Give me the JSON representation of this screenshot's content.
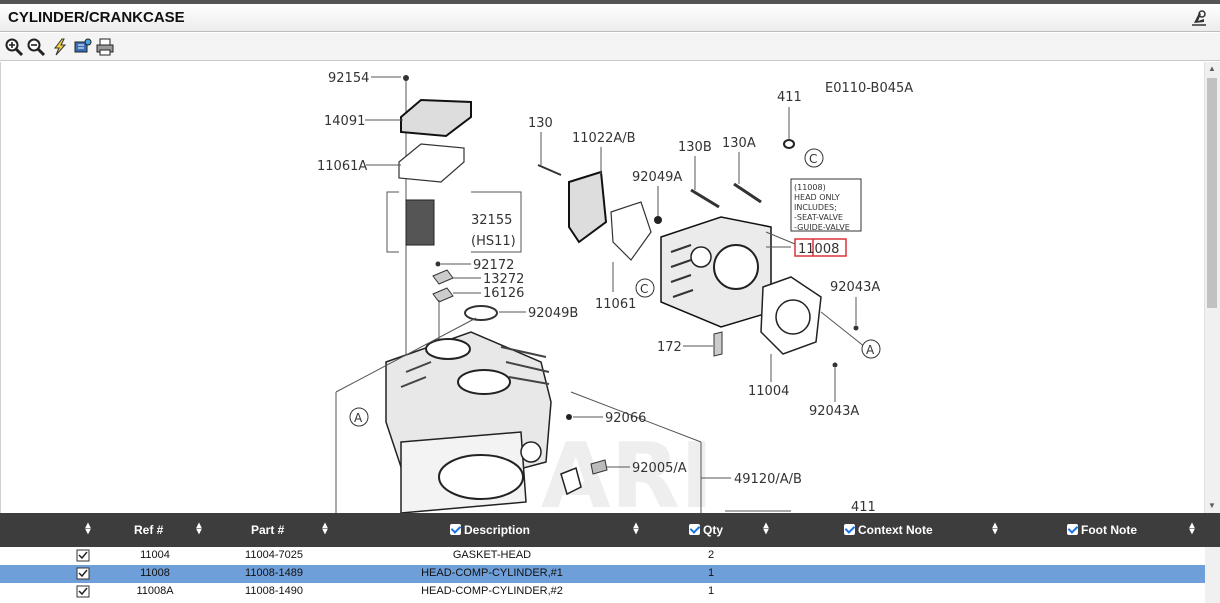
{
  "app": {
    "title": "CYLINDER/CRANKCASE"
  },
  "toolbar": {
    "buttons": [
      {
        "name": "zoom-in-icon",
        "tooltip": ""
      },
      {
        "name": "zoom-out-icon",
        "tooltip": ""
      },
      {
        "name": "highlight-icon",
        "tooltip": ""
      },
      {
        "name": "fit-icon",
        "tooltip": ""
      },
      {
        "name": "print-icon",
        "tooltip": ""
      }
    ]
  },
  "diagram": {
    "code": "E0110-B045A",
    "labels": {
      "l92154": "92154",
      "l14091": "14091",
      "l11061A": "11061A",
      "l32155": "32155",
      "lHS11": "(HS11)",
      "l92172": "92172",
      "l13272": "13272",
      "l16126": "16126",
      "l92049B": "92049B",
      "l130": "130",
      "l11022AB": "11022A/B",
      "l130B": "130B",
      "l130A": "130A",
      "l411top": "411",
      "l92049A": "92049A",
      "l11061": "11061",
      "l172": "172",
      "l11004": "11004",
      "l92043Atop": "92043A",
      "l92043Abot": "92043A",
      "l92066": "92066",
      "l92005A": "92005/A",
      "l49120AB": "49120/A/B",
      "l411bot": "411",
      "l11008": "11008",
      "calloutA1": "A",
      "calloutA2": "A",
      "calloutC1": "C",
      "calloutC2": "C"
    },
    "note": [
      "(11008)",
      "HEAD ONLY",
      "INCLUDES;",
      "-SEAT-VALVE",
      "-GUIDE-VALVE"
    ],
    "highlight_color": "#d9343a"
  },
  "grid": {
    "columns": {
      "ref": "Ref #",
      "part": "Part #",
      "description": "Description",
      "qty": "Qty",
      "context": "Context Note",
      "foot": "Foot Note"
    },
    "rows": [
      {
        "ref": "11004",
        "part": "11004-7025",
        "description": "GASKET-HEAD",
        "qty": "2",
        "selected": false
      },
      {
        "ref": "11008",
        "part": "11008-1489",
        "description": "HEAD-COMP-CYLINDER,#1",
        "qty": "1",
        "selected": true
      },
      {
        "ref": "11008A",
        "part": "11008-1490",
        "description": "HEAD-COMP-CYLINDER,#2",
        "qty": "1",
        "selected": false
      }
    ],
    "selected_color": "#6f9fd8",
    "header_color": "#3d3d3d"
  }
}
